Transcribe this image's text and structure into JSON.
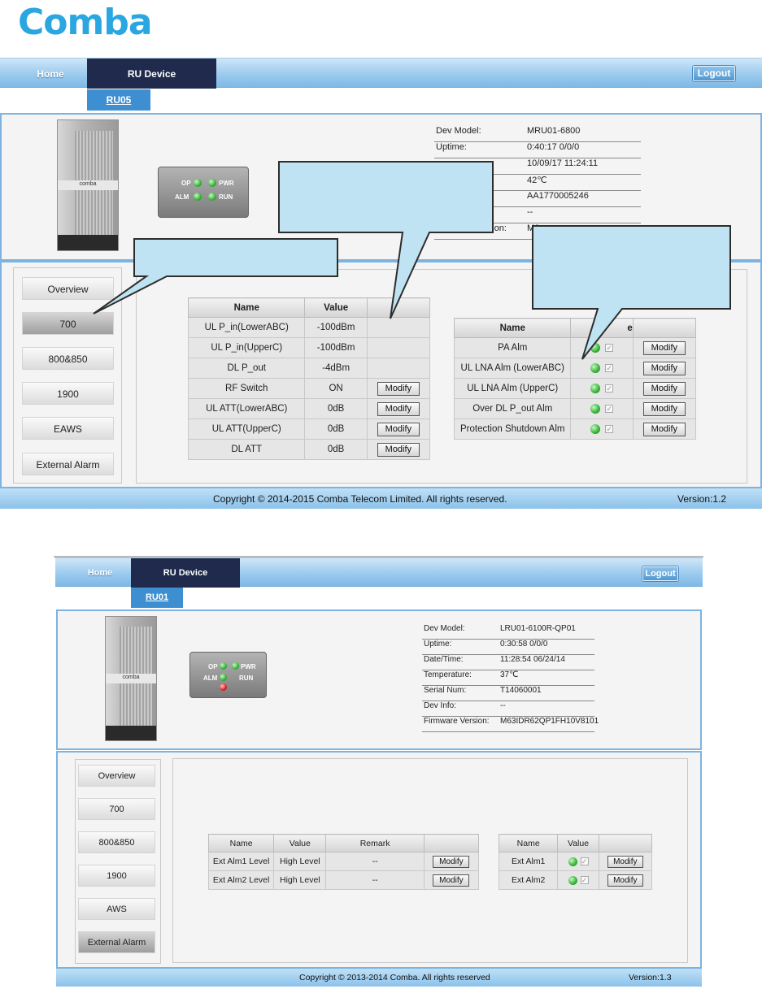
{
  "logo": "Comba",
  "screen1": {
    "nav": {
      "home": "Home",
      "ru_device": "RU Device",
      "logout": "Logout"
    },
    "subtab": "RU05",
    "info": [
      {
        "k": "Dev Model:",
        "v": "MRU01-6800"
      },
      {
        "k": "Uptime:",
        "v": "0:40:17 0/0/0"
      },
      {
        "k": "",
        "v": "10/09/17 11:24:11"
      },
      {
        "k": "",
        "v": "42℃"
      },
      {
        "k": "",
        "v": "AA1770005246"
      },
      {
        "k": "",
        "v": "--"
      },
      {
        "k": "rsion:",
        "v": "M6"
      }
    ],
    "leds": {
      "op": "OP",
      "pwr": "PWR",
      "alm": "ALM",
      "run": "RUN"
    },
    "device_brand": "comba",
    "sidebar": [
      "Overview",
      "700",
      "800&850",
      "1900",
      "EAWS",
      "External Alarm"
    ],
    "table1": {
      "headers": [
        "Name",
        "Value",
        ""
      ],
      "rows": [
        {
          "name": "UL P_in(LowerABC)",
          "value": "-100dBm",
          "btn": ""
        },
        {
          "name": "UL P_in(UpperC)",
          "value": "-100dBm",
          "btn": ""
        },
        {
          "name": "DL P_out",
          "value": "-4dBm",
          "btn": ""
        },
        {
          "name": "RF Switch",
          "value": "ON",
          "btn": "Modify"
        },
        {
          "name": "UL ATT(LowerABC)",
          "value": "0dB",
          "btn": "Modify"
        },
        {
          "name": "UL ATT(UpperC)",
          "value": "0dB",
          "btn": "Modify"
        },
        {
          "name": "DL ATT",
          "value": "0dB",
          "btn": "Modify"
        }
      ]
    },
    "table2": {
      "headers": [
        "Name",
        "e",
        ""
      ],
      "rows": [
        {
          "name": "PA Alm",
          "btn": "Modify"
        },
        {
          "name": "UL LNA Alm (LowerABC)",
          "btn": "Modify"
        },
        {
          "name": "UL LNA Alm (UpperC)",
          "btn": "Modify"
        },
        {
          "name": "Over DL P_out Alm",
          "btn": "Modify"
        },
        {
          "name": "Protection Shutdown Alm",
          "btn": "Modify"
        }
      ]
    },
    "footer": {
      "copyright": "Copyright © 2014-2015 Comba Telecom Limited. All rights reserved.",
      "version": "Version:1.2"
    }
  },
  "screen2": {
    "nav": {
      "home": "Home",
      "ru_device": "RU Device",
      "logout": "Logout"
    },
    "subtab": "RU01",
    "info": [
      {
        "k": "Dev Model:",
        "v": "LRU01-6100R-QP01"
      },
      {
        "k": "Uptime:",
        "v": "0:30:58 0/0/0"
      },
      {
        "k": "Date/Time:",
        "v": "11:28:54 06/24/14"
      },
      {
        "k": "Temperature:",
        "v": "37℃"
      },
      {
        "k": "Serial Num:",
        "v": "T14060001"
      },
      {
        "k": "Dev Info:",
        "v": "--"
      },
      {
        "k": "Firmware Version:",
        "v": "M63IDR62QP1FH10V8101"
      }
    ],
    "leds": {
      "op": "OP",
      "pwr": "PWR",
      "alm": "ALM",
      "run": "RUN"
    },
    "device_brand": "comba",
    "sidebar": [
      "Overview",
      "700",
      "800&850",
      "1900",
      "AWS",
      "External Alarm"
    ],
    "table1": {
      "headers": [
        "Name",
        "Value",
        "Remark",
        ""
      ],
      "rows": [
        {
          "name": "Ext Alm1 Level",
          "value": "High Level",
          "remark": "--",
          "btn": "Modify"
        },
        {
          "name": "Ext Alm2 Level",
          "value": "High Level",
          "remark": "--",
          "btn": "Modify"
        }
      ]
    },
    "table2": {
      "headers": [
        "Name",
        "Value",
        ""
      ],
      "rows": [
        {
          "name": "Ext Alm1",
          "btn": "Modify"
        },
        {
          "name": "Ext Alm2",
          "btn": "Modify"
        }
      ]
    },
    "footer": {
      "copyright": "Copyright © 2013-2014 Comba. All rights reserved",
      "version": "Version:1.3"
    }
  }
}
